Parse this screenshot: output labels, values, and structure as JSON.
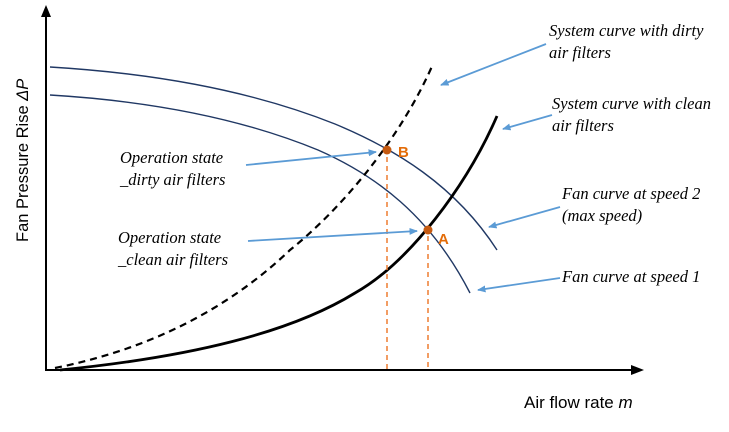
{
  "axes": {
    "y_label": "Fan Pressure Rise ",
    "y_symbol": "ΔP",
    "x_label": "Air flow rate ",
    "x_symbol": "m"
  },
  "annotations": {
    "system_dirty": "System curve with dirty air filters",
    "system_clean": "System curve with clean air filters",
    "fan_speed2": "Fan curve at speed 2 (max speed)",
    "fan_speed1": "Fan curve at speed 1",
    "op_dirty": "Operation state _dirty air filters",
    "op_clean": "Operation state _clean air filters"
  },
  "points": {
    "B": {
      "label": "B"
    },
    "A": {
      "label": "A"
    }
  },
  "colors": {
    "arrow_blue": "#5b9bd5",
    "orange_dashed": "#ed7d31",
    "point_fill": "#c55a11",
    "point_label": "#e36c09",
    "system_curves": "#000000",
    "fan_curves": "#203864"
  }
}
